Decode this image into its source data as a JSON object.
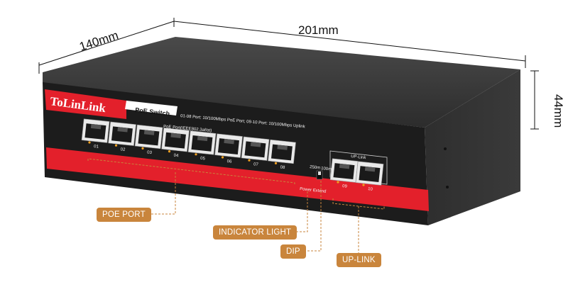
{
  "dimensions": {
    "depth": "140mm",
    "width": "201mm",
    "height": "44mm"
  },
  "device": {
    "brand": "ToLinLink",
    "model_badge": "PoE Switch",
    "port_spec": "01-08 Port: 10/100Mbps PoE Port; 09-10 Port: 10/100Mbps Uplink",
    "poe_group_label": "PoE Port(IEEE802.3af/at)",
    "uplink_group_label": "UP-Link",
    "dip_labels": [
      "250m",
      "100m"
    ],
    "power_extend_label": "Power Extend",
    "poe_ports": [
      "01",
      "02",
      "03",
      "04",
      "05",
      "06",
      "07",
      "08"
    ],
    "uplink_ports": [
      "09",
      "10"
    ]
  },
  "callouts": {
    "poe_port": "POE PORT",
    "indicator_light": "INDICATOR LIGHT",
    "dip": "DIP",
    "up_link": "UP-LINK"
  },
  "colors": {
    "body": "#2b2b2b",
    "front_panel": "#1c1c1c",
    "red_band": "#e3202b",
    "callout": "#c9853c",
    "led": "#f0a020"
  }
}
